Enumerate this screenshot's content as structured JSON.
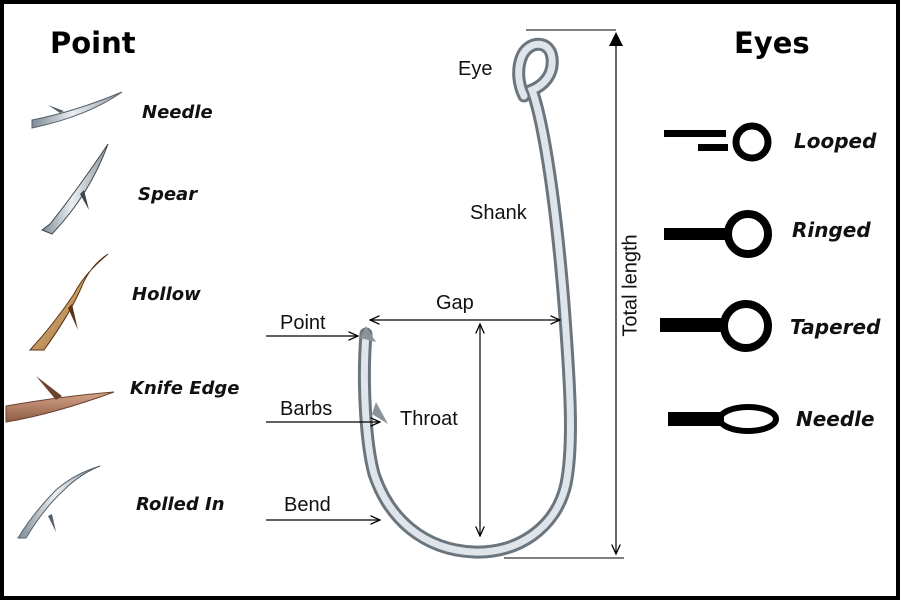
{
  "point_section": {
    "title": "Point",
    "items": [
      {
        "label": "Needle",
        "icon": "needle-point-icon"
      },
      {
        "label": "Spear",
        "icon": "spear-point-icon"
      },
      {
        "label": "Hollow",
        "icon": "hollow-point-icon"
      },
      {
        "label": "Knife Edge",
        "icon": "knife-edge-point-icon"
      },
      {
        "label": "Rolled In",
        "icon": "rolled-in-point-icon"
      }
    ]
  },
  "eyes_section": {
    "title": "Eyes",
    "items": [
      {
        "label": "Looped",
        "icon": "looped-eye-icon"
      },
      {
        "label": "Ringed",
        "icon": "ringed-eye-icon"
      },
      {
        "label": "Tapered",
        "icon": "tapered-eye-icon"
      },
      {
        "label": "Needle",
        "icon": "needle-eye-icon"
      }
    ]
  },
  "hook_anatomy": {
    "eye": "Eye",
    "shank": "Shank",
    "gap": "Gap",
    "point": "Point",
    "barbs": "Barbs",
    "throat": "Throat",
    "bend": "Bend",
    "total_length": "Total length"
  },
  "colors": {
    "frame": "#000000",
    "background": "#ffffff",
    "hook_steel": "#a9b3bc",
    "hollow_point": "#8a5a2b",
    "knife_edge": "#b07a5e",
    "eye_glyph": "#000000"
  }
}
